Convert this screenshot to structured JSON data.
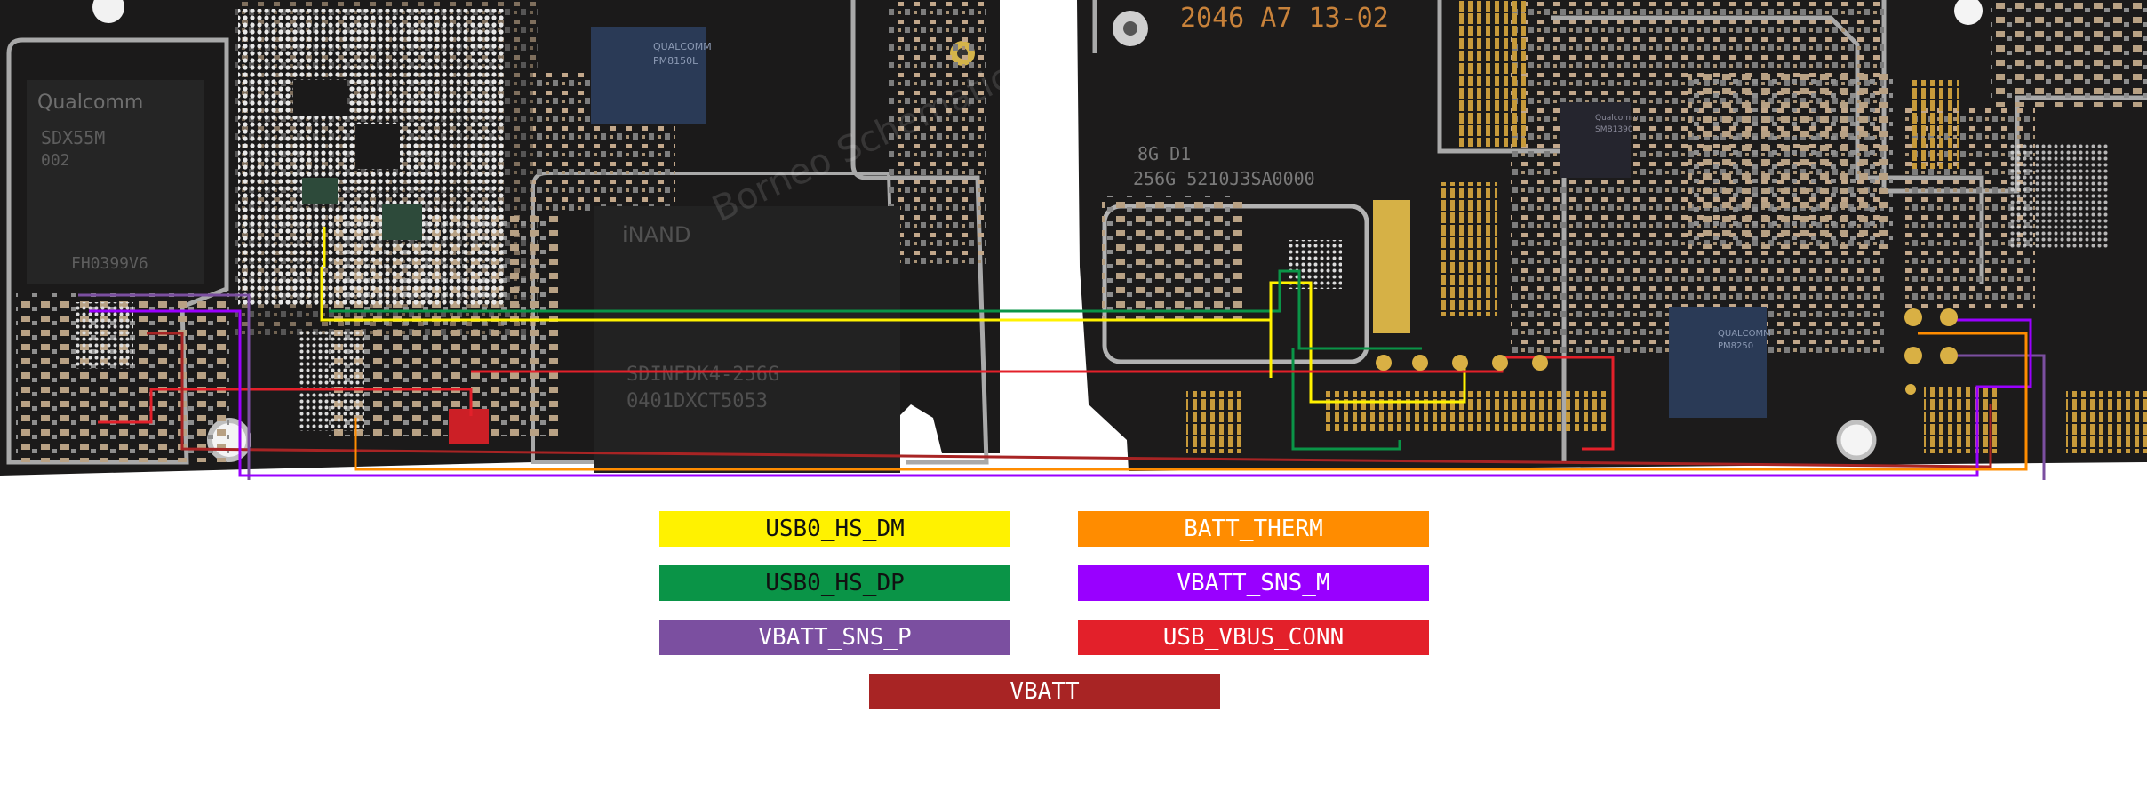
{
  "board": {
    "markings": {
      "board_code": "2046 A7 13-02",
      "memory_line1": "8G   D1",
      "memory_line2": "256G  5210J3SA0000",
      "modem_brand": "Qualcomm",
      "modem_part": "SDX55M",
      "modem_rev": "002",
      "modem_lot": "FH0399V6",
      "pmic_top": "QUALCOMM",
      "pmic_part": "PM8150L",
      "nand_label": "iNAND",
      "nand_part": "SDINFDK4-256G",
      "nand_lot": "0401DXCT5053",
      "right_chip_brand": "Qualcomm",
      "right_chip_part": "SMB1390",
      "right_pmic_brand": "QUALCOMM",
      "right_pmic_part": "PM8250",
      "watermark": "Borneo Schematics"
    }
  },
  "legend": [
    {
      "label": "USB0_HS_DM",
      "color": "#fff200",
      "text_color": "#111111"
    },
    {
      "label": "BATT_THERM",
      "color": "#ff8c00",
      "text_color": "#ffffff"
    },
    {
      "label": "USB0_HS_DP",
      "color": "#0a9447",
      "text_color": "#111111"
    },
    {
      "label": "VBATT_SNS_M",
      "color": "#9900ff",
      "text_color": "#ffffff"
    },
    {
      "label": "VBATT_SNS_P",
      "color": "#7b4fa0",
      "text_color": "#ffffff"
    },
    {
      "label": "USB_VBUS_CONN",
      "color": "#e3202a",
      "text_color": "#ffffff"
    },
    {
      "label": "VBATT",
      "color": "#a82424",
      "text_color": "#ffffff"
    }
  ]
}
